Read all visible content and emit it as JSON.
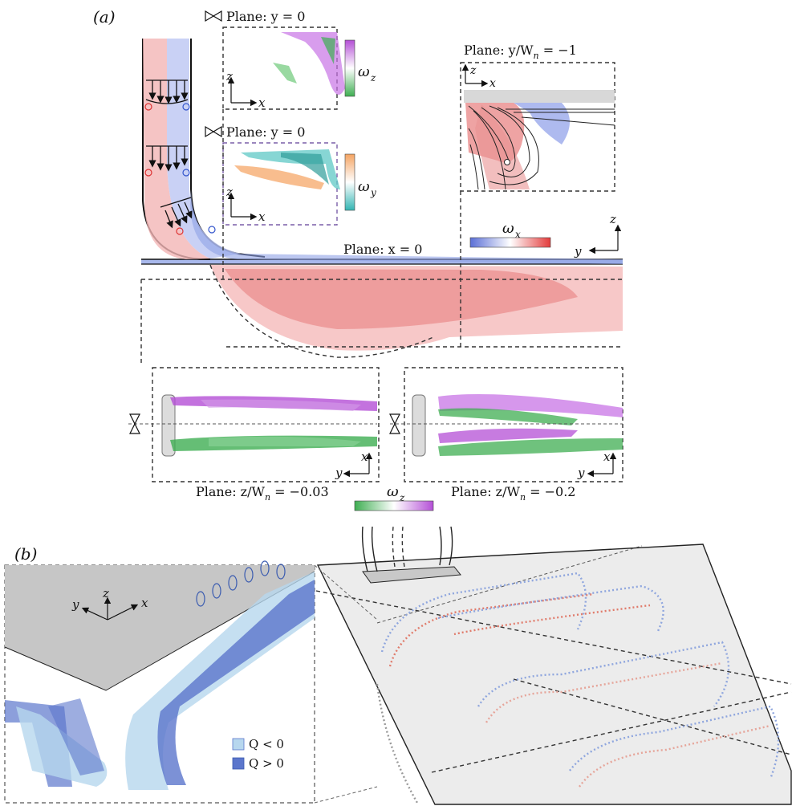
{
  "panel_a": {
    "label": "(a)",
    "planes": {
      "y0_top": "Plane: y = 0",
      "y0_mid": "Plane: y = 0",
      "x0": "Plane: x = 0",
      "yw": "Plane: y/W",
      "yw_sub": "n",
      "yw_val": " = −1",
      "zw1": "Plane: z/W",
      "zw1_sub": "n",
      "zw1_val": " = −0.03",
      "zw2": "Plane: z/W",
      "zw2_sub": "n",
      "zw2_val": " = −0.2"
    },
    "colorbars": {
      "omega_z_top": "ω",
      "omega_z_top_sub": "z",
      "omega_y": "ω",
      "omega_y_sub": "y",
      "omega_x": "ω",
      "omega_x_sub": "x",
      "omega_z_bottom": "ω",
      "omega_z_bottom_sub": "z"
    },
    "axes": {
      "x": "x",
      "y": "y",
      "z": "z"
    },
    "colors": {
      "red": "#e06d6d",
      "blue": "#6f82d8",
      "purple": "#b44fd6",
      "green": "#3fae52",
      "teal": "#33b5b3",
      "orange": "#f4a462"
    }
  },
  "panel_b": {
    "label": "(b)",
    "axes": {
      "x": "x",
      "y": "y",
      "z": "z"
    },
    "legend": {
      "q_neg": "Q < 0",
      "q_pos": "Q > 0",
      "q_neg_color": "#b7d7ee",
      "q_pos_color": "#5b76cc"
    }
  }
}
